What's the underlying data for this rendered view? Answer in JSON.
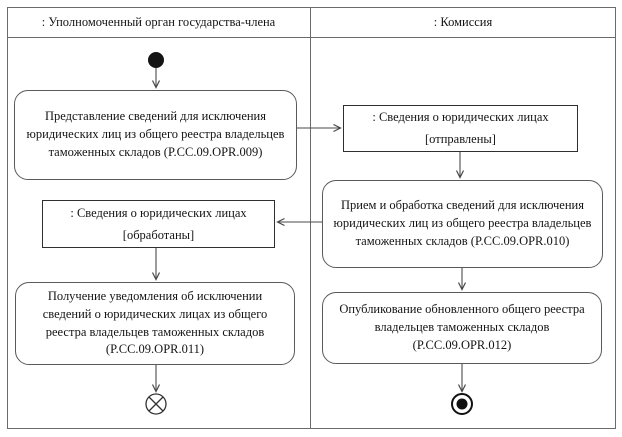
{
  "diagram": {
    "type": "uml-activity-swimlane",
    "lanes": [
      {
        "id": "authorized-body",
        "label": ": Уполномоченный орган государства-члена"
      },
      {
        "id": "commission",
        "label": ": Комиссия"
      }
    ],
    "nodes": [
      {
        "id": "start",
        "kind": "initial-node",
        "lane": "authorized-body"
      },
      {
        "id": "act-opr-009",
        "kind": "action",
        "lane": "authorized-body",
        "label": "Представление сведений для исключения юридических лиц из общего реестра владельцев таможенных складов (P.CC.09.OPR.009)"
      },
      {
        "id": "obj-sent",
        "kind": "object",
        "lane": "commission",
        "label": ": Сведения о юридических лицах",
        "state": "[отправлены]"
      },
      {
        "id": "act-opr-010",
        "kind": "action",
        "lane": "commission",
        "label": "Прием и обработка сведений для исключения юридических лиц из общего реестра владельцев таможенных складов (P.CC.09.OPR.010)"
      },
      {
        "id": "obj-processed",
        "kind": "object",
        "lane": "authorized-body",
        "label": ": Сведения о юридических лицах",
        "state": "[обработаны]"
      },
      {
        "id": "act-opr-011",
        "kind": "action",
        "lane": "authorized-body",
        "label": "Получение уведомления об исключении сведений о юридических лицах из общего реестра владельцев таможенных складов (P.CC.09.OPR.011)"
      },
      {
        "id": "act-opr-012",
        "kind": "action",
        "lane": "commission",
        "label": "Опубликование обновленного общего реестра владельцев таможенных складов (P.CC.09.OPR.012)"
      },
      {
        "id": "flow-final",
        "kind": "flow-final-node",
        "lane": "authorized-body"
      },
      {
        "id": "activity-final",
        "kind": "activity-final-node",
        "lane": "commission"
      }
    ],
    "edges": [
      {
        "from": "start",
        "to": "act-opr-009"
      },
      {
        "from": "act-opr-009",
        "to": "obj-sent"
      },
      {
        "from": "obj-sent",
        "to": "act-opr-010"
      },
      {
        "from": "act-opr-010",
        "to": "obj-processed"
      },
      {
        "from": "obj-processed",
        "to": "act-opr-011"
      },
      {
        "from": "act-opr-011",
        "to": "flow-final"
      },
      {
        "from": "act-opr-010",
        "to": "act-opr-012"
      },
      {
        "from": "act-opr-012",
        "to": "activity-final"
      }
    ],
    "colors": {
      "background": "#ffffff",
      "frame_border": "#6b6b6b",
      "action_border": "#5a5a5a",
      "object_border": "#2f2f2f",
      "connector": "#4a4a4a",
      "text": "#141414"
    }
  }
}
